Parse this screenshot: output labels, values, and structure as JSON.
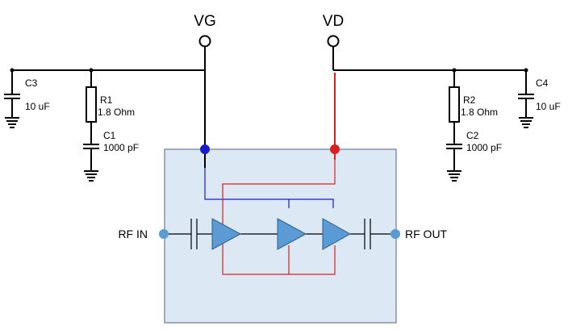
{
  "terminals": {
    "vg": "VG",
    "vd": "VD"
  },
  "rf": {
    "in": "RF IN",
    "out": "RF OUT"
  },
  "components": {
    "c3": {
      "ref": "C3",
      "value": "10 uF"
    },
    "r1": {
      "ref": "R1",
      "value": "1.8 Ohm"
    },
    "c1": {
      "ref": "C1",
      "value": "1000 pF"
    },
    "r2": {
      "ref": "R2",
      "value": "1.8 Ohm"
    },
    "c2": {
      "ref": "C2",
      "value": "1000 pF"
    },
    "c4": {
      "ref": "C4",
      "value": "10 uF"
    }
  },
  "colors": {
    "chip_fill": "#dde8f5",
    "chip_border": "#6b7d93",
    "gate_bias": "#1a1acc",
    "drain_bias": "#dd1f1f",
    "amplifier": "#5b9bd5",
    "rf_port": "#5b9bd5"
  }
}
